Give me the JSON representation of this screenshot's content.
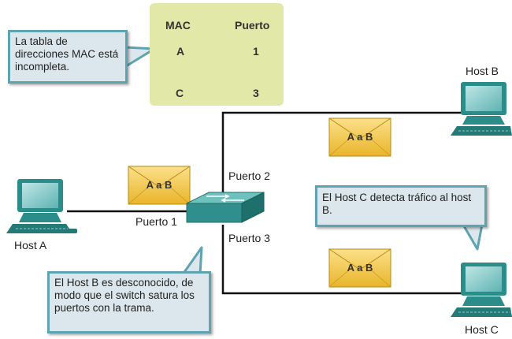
{
  "mac_table": {
    "header_mac": "MAC",
    "header_port": "Puerto",
    "rows": [
      {
        "mac": "A",
        "port": "1"
      },
      {
        "mac": "C",
        "port": "3"
      }
    ]
  },
  "callouts": {
    "incomplete": "La tabla de direcciones MAC está incompleta.",
    "host_c": "El Host C detecta tráfico al host B.",
    "unknown": "El Host B es desconocido, de modo que el switch satura los puertos con la trama."
  },
  "labels": {
    "host_a": "Host A",
    "host_b": "Host B",
    "host_c": "Host C",
    "port1": "Puerto 1",
    "port2": "Puerto 2",
    "port3": "Puerto 3"
  },
  "frames": {
    "frame_a": "A a B",
    "frame_b": "A a B",
    "frame_c": "A a B"
  },
  "colors": {
    "switch": "#2f8f8c",
    "envelope": "#f2c53d",
    "callout_border": "#5fa3b0",
    "table_bg": "#e2e8a8"
  }
}
